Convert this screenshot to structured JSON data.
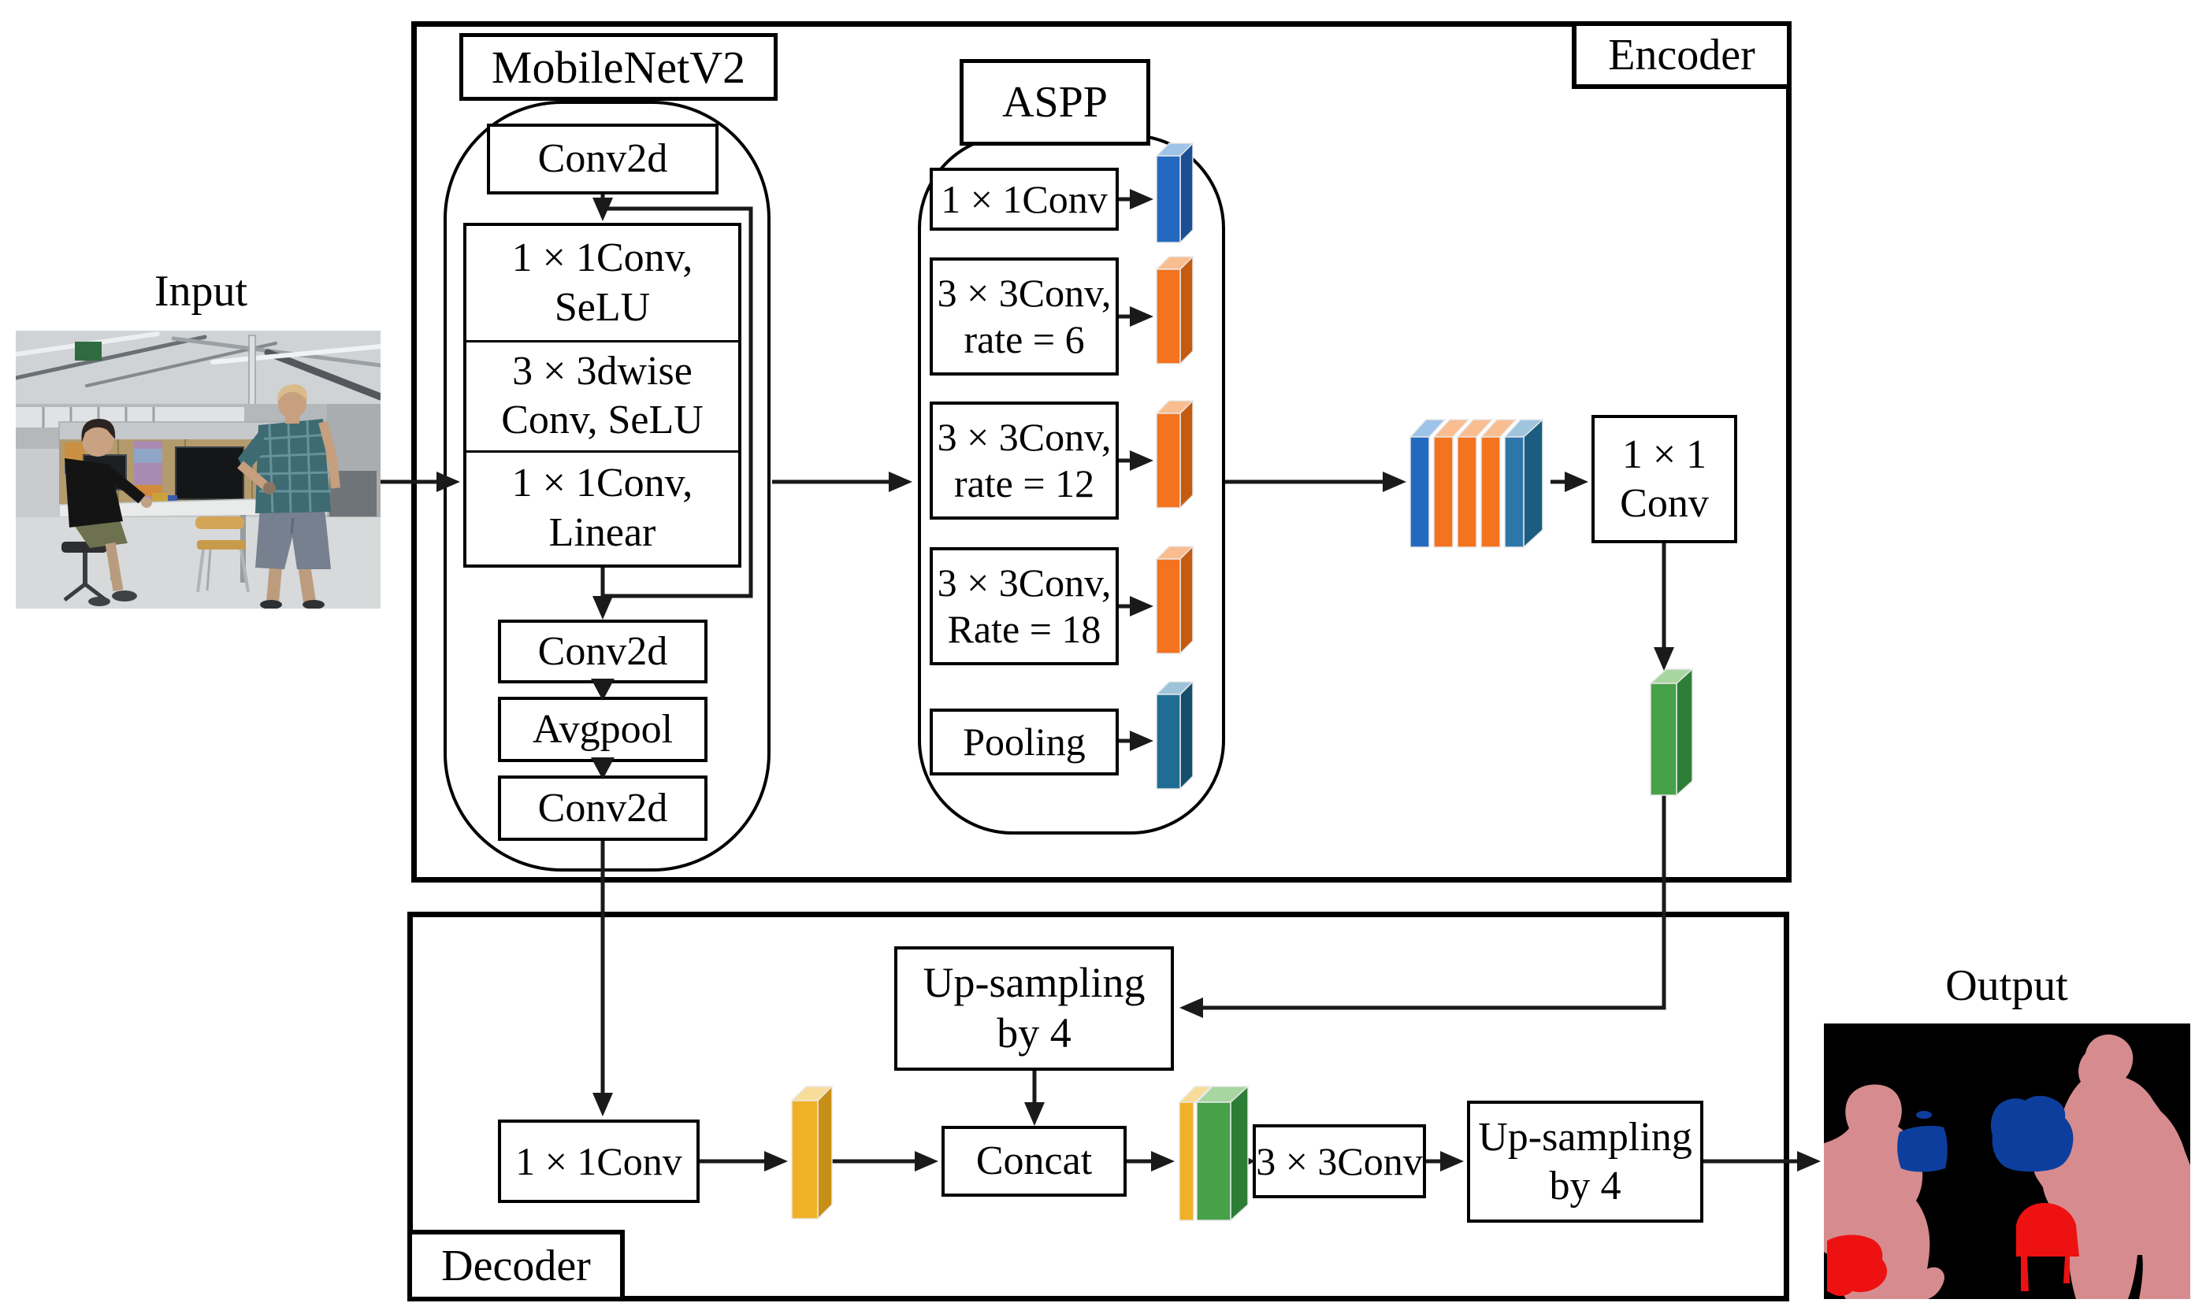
{
  "labels": {
    "input": "Input",
    "output": "Output",
    "encoder": "Encoder",
    "decoder": "Decoder"
  },
  "encoder": {
    "mobilenet": {
      "title": "MobileNetV2",
      "conv2d_top": "Conv2d",
      "block": {
        "cell1_line1": "1 × 1Conv,",
        "cell1_line2": "SeLU",
        "cell2_line1": "3 × 3dwise",
        "cell2_line2": "Conv, SeLU",
        "cell3_line1": "1 × 1Conv,",
        "cell3_line2": "Linear"
      },
      "conv2d_mid": "Conv2d",
      "avgpool": "Avgpool",
      "conv2d_bottom": "Conv2d"
    },
    "aspp": {
      "title": "ASPP",
      "rows": [
        {
          "line1": "1 × 1Conv",
          "line2": "",
          "slab": "blue"
        },
        {
          "line1": "3 × 3Conv,",
          "line2": "rate = 6",
          "slab": "orange"
        },
        {
          "line1": "3 × 3Conv,",
          "line2": "rate = 12",
          "slab": "orange"
        },
        {
          "line1": "3 × 3Conv,",
          "line2": "Rate = 18",
          "slab": "orange"
        },
        {
          "line1": "Pooling",
          "line2": "",
          "slab": "teal"
        }
      ]
    },
    "conv1x1": {
      "line1": "1 × 1",
      "line2": "Conv"
    }
  },
  "decoder": {
    "upsampling1_line1": "Up-sampling",
    "upsampling1_line2": "by 4",
    "conv1x1": "1 × 1Conv",
    "concat": "Concat",
    "conv3x3": "3 × 3Conv",
    "upsampling2_line1": "Up-sampling",
    "upsampling2_line2": "by 4"
  },
  "colors": {
    "slab_blue_front": "#2469c0",
    "slab_blue_top": "#9dc3e8",
    "slab_blue_side": "#1b4f94",
    "slab_orange_front": "#f4731f",
    "slab_orange_top": "#f9bd8f",
    "slab_orange_side": "#c55a11",
    "slab_teal_front": "#206d94",
    "slab_teal_top": "#9dc3d8",
    "slab_teal_side": "#164f6d",
    "slab_steel_front": "#2e75a8",
    "slab_steel_top": "#9fc5de",
    "stack_side": "#1b5c80",
    "slab_green_front": "#46a148",
    "slab_green_top": "#a8d6a0",
    "slab_green_side": "#2e7d36",
    "slab_yellow_front": "#efb226",
    "slab_yellow_top": "#f8dc9a",
    "slab_yellow_side": "#c78f15",
    "mask_background": "#000000",
    "mask_person": "#d68c8e",
    "mask_monitor": "#0d3e9e",
    "mask_chair": "#ee1111",
    "line_color": "#1a1a1a"
  }
}
